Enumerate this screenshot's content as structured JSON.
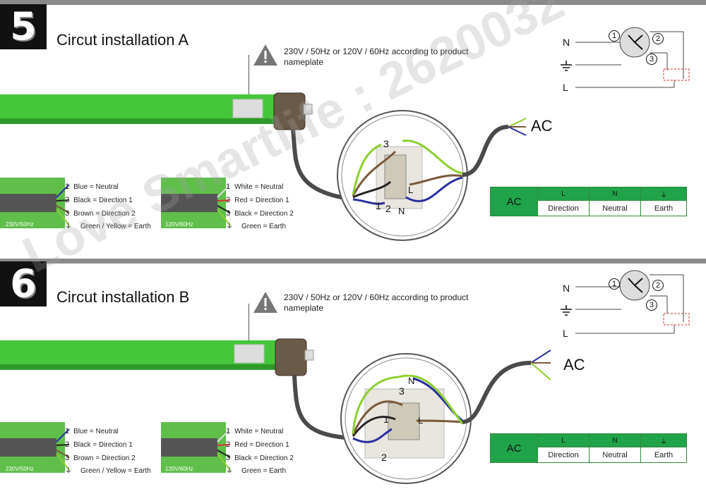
{
  "colors": {
    "tube": "#44c73a",
    "tube_dark": "#2f9a2a",
    "table_green": "#21a34a",
    "wire_blue": "#2a2fa0",
    "wire_green": "#8ccf2e",
    "wire_brown": "#7a5a3a",
    "cable": "#4a4a4a",
    "red_dash": "#d83030"
  },
  "sections": [
    {
      "number": "5",
      "title": "Circut installation A",
      "warning": "230V / 50Hz or 120V / 60Hz according to product nameplate",
      "ac_label": "AC",
      "cable_230": "230V/50Hz",
      "cable_120": "120V/60Hz",
      "legend_230": [
        {
          "num": "1",
          "text": "Blue = Neutral"
        },
        {
          "num": "2",
          "text": "Black = Direction 1"
        },
        {
          "num": "3",
          "text": "Brown = Direction 2"
        },
        {
          "num": "",
          "text": "Green / Yellow = Earth"
        }
      ],
      "legend_120": [
        {
          "num": "1",
          "text": "White = Neutral"
        },
        {
          "num": "2",
          "text": "Red = Direction 1"
        },
        {
          "num": "3",
          "text": "Black = Direction 2"
        },
        {
          "num": "",
          "text": "Green = Earth"
        }
      ],
      "switch_labels": {
        "n3": "3",
        "n1": "1",
        "n2": "2",
        "L": "L",
        "N": "N"
      },
      "table": {
        "ac": "AC",
        "heads": [
          "L",
          "N",
          "⏚"
        ],
        "cells": [
          "Direction",
          "Neutral",
          "Earth"
        ]
      },
      "schematic": {
        "N": "N",
        "L": "L",
        "c1": "1",
        "c2": "2",
        "c3": "3"
      }
    },
    {
      "number": "6",
      "title": "Circut installation B",
      "warning": "230V / 50Hz or 120V / 60Hz according to product nameplate",
      "ac_label": "AC",
      "cable_230": "230V/50Hz",
      "cable_120": "120V/60Hz",
      "legend_230": [
        {
          "num": "1",
          "text": "Blue = Neutral"
        },
        {
          "num": "2",
          "text": "Black = Direction 1"
        },
        {
          "num": "3",
          "text": "Brown = Direction 2"
        },
        {
          "num": "",
          "text": "Green / Yellow = Earth"
        }
      ],
      "legend_120": [
        {
          "num": "1",
          "text": "White = Neutral"
        },
        {
          "num": "2",
          "text": "Red = Direction 1"
        },
        {
          "num": "3",
          "text": "Black = Direction 2"
        },
        {
          "num": "",
          "text": "Green = Earth"
        }
      ],
      "switch_labels": {
        "n3": "3",
        "n1": "1",
        "n2": "2",
        "L": "L",
        "N": "N"
      },
      "table": {
        "ac": "AC",
        "heads": [
          "L",
          "N",
          "⏚"
        ],
        "cells": [
          "Direction",
          "Neutral",
          "Earth"
        ]
      },
      "schematic": {
        "N": "N",
        "L": "L",
        "c1": "1",
        "c2": "2",
        "c3": "3"
      }
    }
  ],
  "watermark": "Love Smartlife : 2620032"
}
